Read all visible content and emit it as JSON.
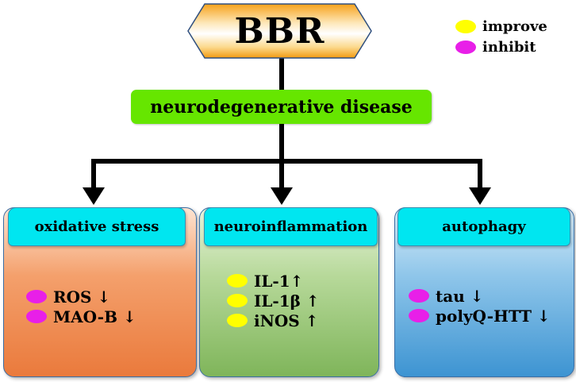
{
  "center": {
    "label": "BBR"
  },
  "disease": {
    "label": "neurodegenerative disease"
  },
  "legend": {
    "items": [
      {
        "label": "improve",
        "color": "#ffff00"
      },
      {
        "label": "inhibit",
        "color": "#e81fe8"
      }
    ]
  },
  "categories": [
    {
      "title": "oxidative stress",
      "items": [
        {
          "text": "ROS ↓",
          "effect": "inhibit"
        },
        {
          "text": "MAO-B ↓",
          "effect": "inhibit"
        }
      ]
    },
    {
      "title": "neuroinflammation",
      "items": [
        {
          "text": "IL-1↑",
          "effect": "improve"
        },
        {
          "text": "IL-1β ↑",
          "effect": "improve"
        },
        {
          "text": "iNOS ↑",
          "effect": "improve"
        }
      ]
    },
    {
      "title": "autophagy",
      "items": [
        {
          "text": "tau ↓",
          "effect": "inhibit"
        },
        {
          "text": "polyQ-HTT ↓",
          "effect": "inhibit"
        }
      ]
    }
  ]
}
